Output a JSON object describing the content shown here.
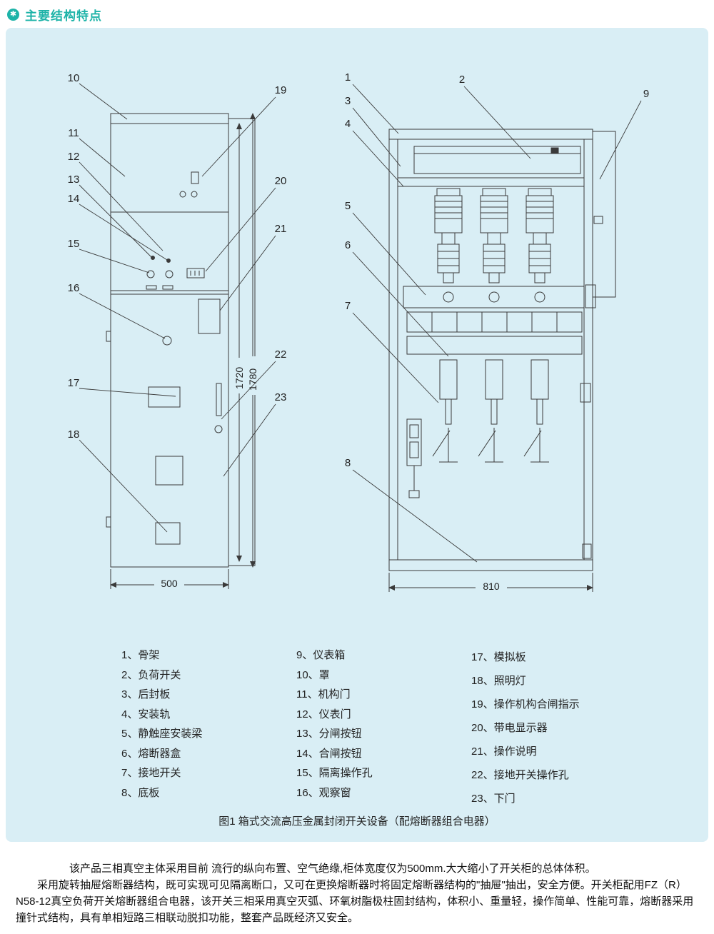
{
  "header": {
    "icon_glyph": "✱",
    "title": "主要结构特点"
  },
  "callouts": {
    "n1": "1",
    "n2": "2",
    "n3": "3",
    "n4": "4",
    "n5": "5",
    "n6": "6",
    "n7": "7",
    "n8": "8",
    "n9": "9",
    "n10": "10",
    "n11": "11",
    "n12": "12",
    "n13": "13",
    "n14": "14",
    "n15": "15",
    "n16": "16",
    "n17": "17",
    "n18": "18",
    "n19": "19",
    "n20": "20",
    "n21": "21",
    "n22": "22",
    "n23": "23"
  },
  "dims": {
    "front_width": "500",
    "side_width": "810",
    "inner_height": "1720",
    "outer_height": "1780"
  },
  "legend": {
    "col1": [
      "1、骨架",
      "2、负荷开关",
      "3、后封板",
      "4、安装轨",
      "5、静触座安装梁",
      "6、熔断器盒",
      "7、接地开关",
      "8、底板"
    ],
    "col2": [
      "9、仪表箱",
      "10、罩",
      "11、机构门",
      "12、仪表门",
      "13、分闸按钮",
      "14、合闸按钮",
      "15、隔离操作孔",
      "16、观察窗"
    ],
    "col3": [
      "17、模拟板",
      "18、照明灯",
      "19、操作机构合闸指示",
      "20、带电显示器",
      "21、操作说明",
      "22、接地开关操作孔",
      "23、下门"
    ]
  },
  "caption": "图1 箱式交流高压金属封闭开关设备（配熔断器组合电器）",
  "body": {
    "p1": "该产品三相真空主体采用目前 流行的纵向布置、空气绝缘,柜体宽度仅为500mm.大大缩小了开关柜的总体体积。",
    "p2": "采用旋转抽屉熔断器结构，既可实现可见隔离断口，又可在更换熔断器时将固定熔断器结构的\"抽屉\"抽出，安全方便。开关柜配用FZ（R）N58-12真空负荷开关熔断器组合电器，该开关三相采用真空灭弧、环氧树脂极柱固封结构，体积小、重量轻，操作简单、性能可靠，熔断器采用撞针式结构，具有单相短路三相联动脱扣功能，整套产品既经济又安全。"
  }
}
